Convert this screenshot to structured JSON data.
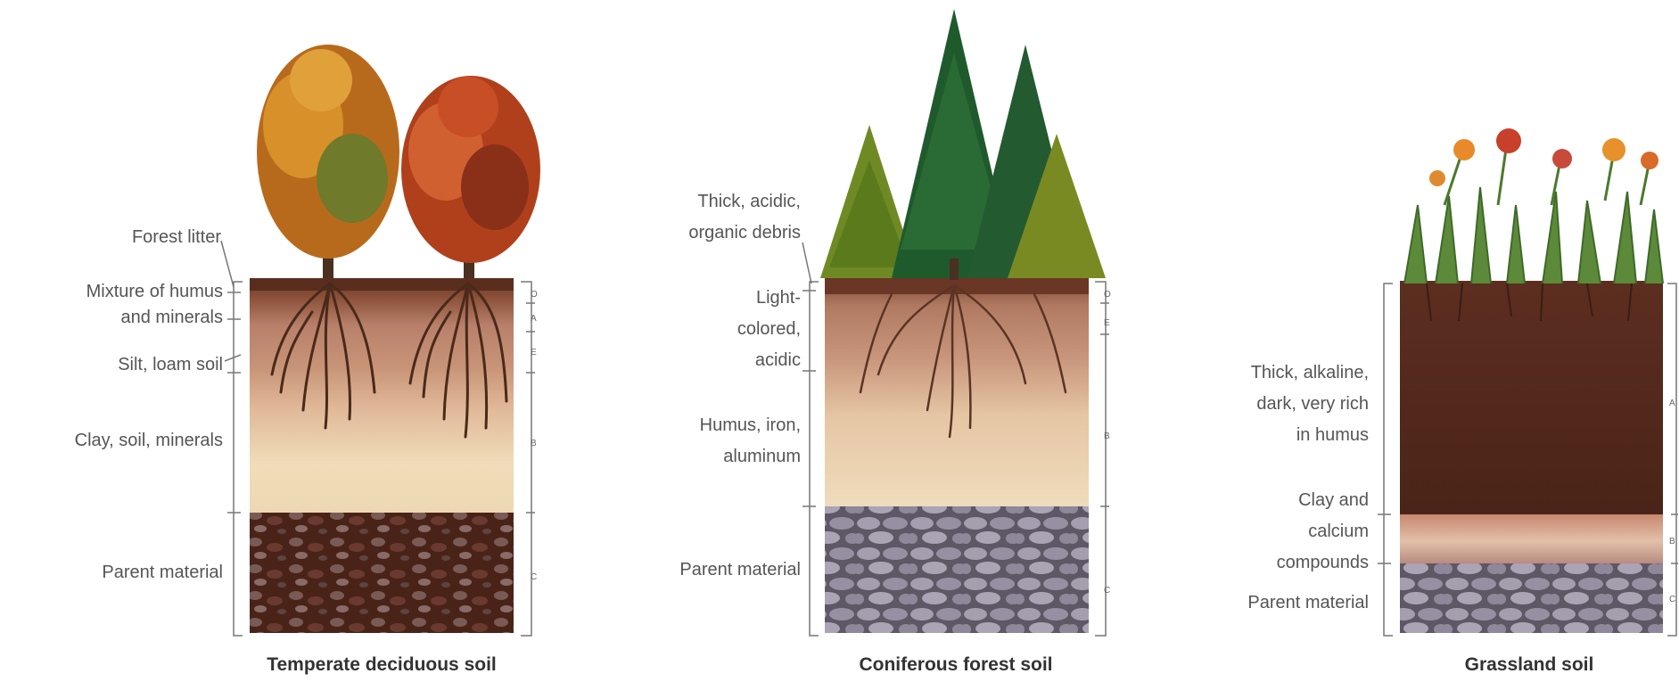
{
  "panels": [
    {
      "title": "Temperate deciduous soil",
      "labels": [
        "Forest litter",
        "Mixture of humus",
        "and minerals",
        "Silt, loam soil",
        "Clay, soil, minerals",
        "Parent material"
      ],
      "horizons": [
        "O",
        "A",
        "E",
        "B",
        "C"
      ]
    },
    {
      "title": "Coniferous forest soil",
      "labels": [
        "Thick, acidic,",
        "organic debris",
        "Light-",
        "colored,",
        "acidic",
        "Humus, iron,",
        "aluminum",
        "Parent material"
      ],
      "horizons": [
        "O",
        "E",
        "B",
        "C"
      ]
    },
    {
      "title": "Grassland soil",
      "labels": [
        "Thick, alkaline,",
        "dark, very rich",
        "in humus",
        "Clay and",
        "calcium",
        "compounds",
        "Parent material"
      ],
      "horizons": [
        "A",
        "B",
        "C"
      ]
    }
  ],
  "colors": {
    "label_text": "#555555",
    "title_text": "#333333",
    "deciduous_B": "#ead3b0",
    "coniferous_rock": "#8f8a98",
    "grassland_A": "#5a2c1f"
  }
}
